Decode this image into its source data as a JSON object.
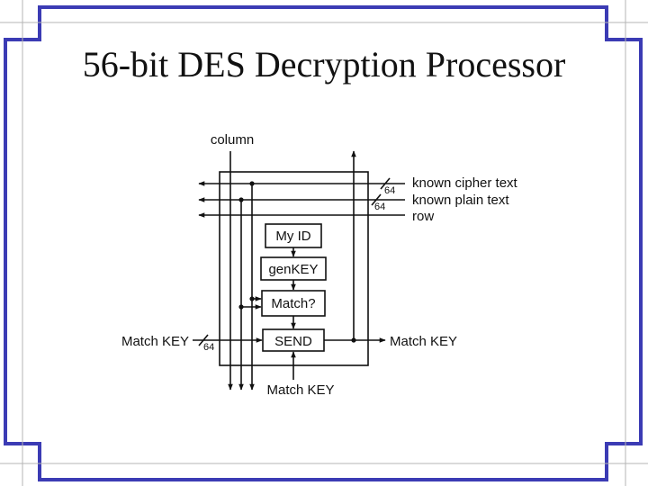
{
  "slide": {
    "title": "56-bit DES Decryption Processor",
    "colors": {
      "frame": "#3b3bb4",
      "inner_line": "#b4b4b4",
      "ink": "#111111"
    }
  },
  "diagram": {
    "labels": {
      "column": "column",
      "known_cipher_text": "known cipher text",
      "known_plain_text": "known plain text",
      "row": "row",
      "match_key_in": "Match KEY",
      "match_key_out": "Match KEY",
      "match_key_bottom": "Match KEY"
    },
    "bus_widths": {
      "cipher": "64",
      "plain": "64",
      "match_in": "64"
    },
    "blocks": {
      "my_id": "My ID",
      "gen_key": "genKEY",
      "match": "Match?",
      "send": "SEND"
    }
  }
}
